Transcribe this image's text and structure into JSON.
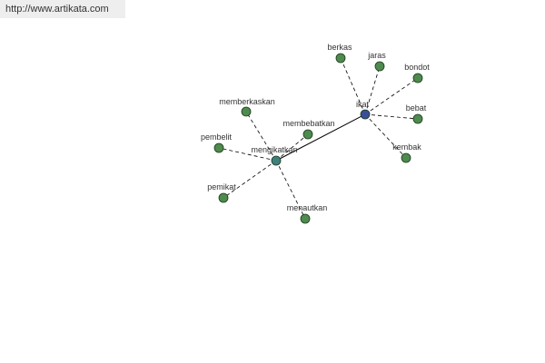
{
  "banner": {
    "text": "http://www.artikata.com"
  },
  "colors": {
    "leaf_node": "#4f8a4f",
    "hub_primary": "#3b4f95",
    "hub_secondary": "#3f7f7f",
    "edge": "#000000",
    "banner_bg": "#eeeeee"
  },
  "graph": {
    "nodes": [
      {
        "id": "ikat",
        "label": "ikat",
        "kind": "hub_primary"
      },
      {
        "id": "mengikatkan",
        "label": "mengikatkan",
        "kind": "hub_secondary"
      },
      {
        "id": "berkas",
        "label": "berkas",
        "kind": "leaf"
      },
      {
        "id": "jaras",
        "label": "jaras",
        "kind": "leaf"
      },
      {
        "id": "bondot",
        "label": "bondot",
        "kind": "leaf"
      },
      {
        "id": "bebat",
        "label": "bebat",
        "kind": "leaf"
      },
      {
        "id": "kembak",
        "label": "kembak",
        "kind": "leaf"
      },
      {
        "id": "memberkaskan",
        "label": "memberkaskan",
        "kind": "leaf"
      },
      {
        "id": "membebatkan",
        "label": "membebatkan",
        "kind": "leaf"
      },
      {
        "id": "pembelit",
        "label": "pembelit",
        "kind": "leaf"
      },
      {
        "id": "pemikat",
        "label": "pemikat",
        "kind": "leaf"
      },
      {
        "id": "menautkan",
        "label": "menautkan",
        "kind": "leaf"
      }
    ],
    "edges": [
      {
        "from": "ikat",
        "to": "mengikatkan",
        "style": "solid"
      },
      {
        "from": "ikat",
        "to": "berkas",
        "style": "dashed"
      },
      {
        "from": "ikat",
        "to": "jaras",
        "style": "dashed"
      },
      {
        "from": "ikat",
        "to": "bondot",
        "style": "dashed"
      },
      {
        "from": "ikat",
        "to": "bebat",
        "style": "dashed"
      },
      {
        "from": "ikat",
        "to": "kembak",
        "style": "dashed"
      },
      {
        "from": "mengikatkan",
        "to": "memberkaskan",
        "style": "dashed"
      },
      {
        "from": "mengikatkan",
        "to": "membebatkan",
        "style": "dashed"
      },
      {
        "from": "mengikatkan",
        "to": "pembelit",
        "style": "dashed"
      },
      {
        "from": "mengikatkan",
        "to": "pemikat",
        "style": "dashed"
      },
      {
        "from": "mengikatkan",
        "to": "menautkan",
        "style": "dashed"
      }
    ]
  }
}
